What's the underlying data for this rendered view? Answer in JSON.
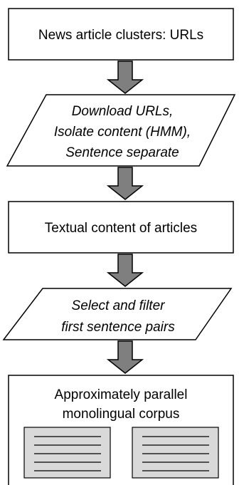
{
  "nodes": {
    "urls": {
      "label": "News article clusters: URLs"
    },
    "download": {
      "lines": [
        "Download URLs,",
        "Isolate content (HMM),",
        "Sentence separate"
      ]
    },
    "textual": {
      "label": "Textual content of articles"
    },
    "select": {
      "lines": [
        "Select and filter",
        "first sentence pairs"
      ]
    },
    "corpus": {
      "lines": [
        "Approximately parallel",
        "monolingual corpus"
      ]
    }
  },
  "colors": {
    "arrow_fill": "#7f7f7f",
    "doc_fill": "#d9d9d9",
    "stroke": "#000000"
  }
}
